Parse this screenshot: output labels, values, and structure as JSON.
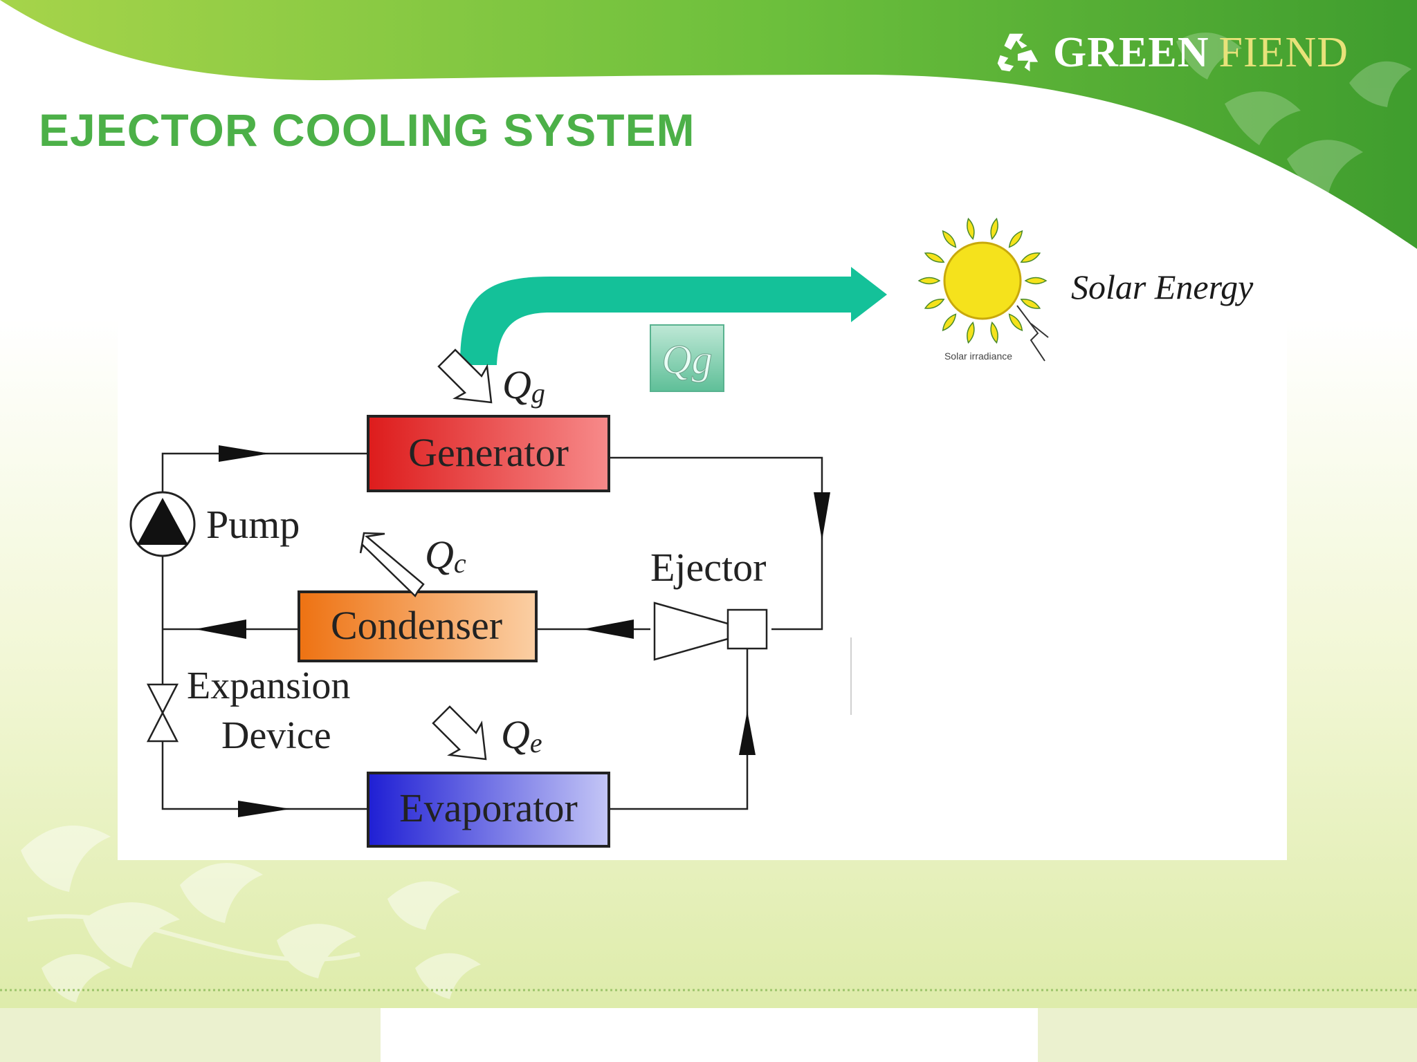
{
  "brand": {
    "word1": "GREEN",
    "word2": "FIEND"
  },
  "page_title": "EJECTOR COOLING SYSTEM",
  "diagram": {
    "components": {
      "generator": "Generator",
      "condenser": "Condenser",
      "evaporator": "Evaporator",
      "pump": "Pump",
      "ejector": "Ejector",
      "expansion_line1": "Expansion",
      "expansion_line2": "Device"
    },
    "heat_flows": {
      "qg": {
        "main": "Q",
        "sub": "g"
      },
      "qc": {
        "main": "Q",
        "sub": "c"
      },
      "qe": {
        "main": "Q",
        "sub": "e"
      }
    },
    "solar": {
      "label": "Solar Energy",
      "caption": "Solar irradiance",
      "qg_badge": "Qg"
    }
  },
  "colors": {
    "title_green": "#4cb048",
    "brand_accent": "#e8e27a",
    "teal_arrow": "#14c199",
    "sun_yellow": "#f5e21c",
    "generator_red": "#e02222",
    "condenser_orange": "#f07a12",
    "evaporator_blue": "#2424d8"
  }
}
